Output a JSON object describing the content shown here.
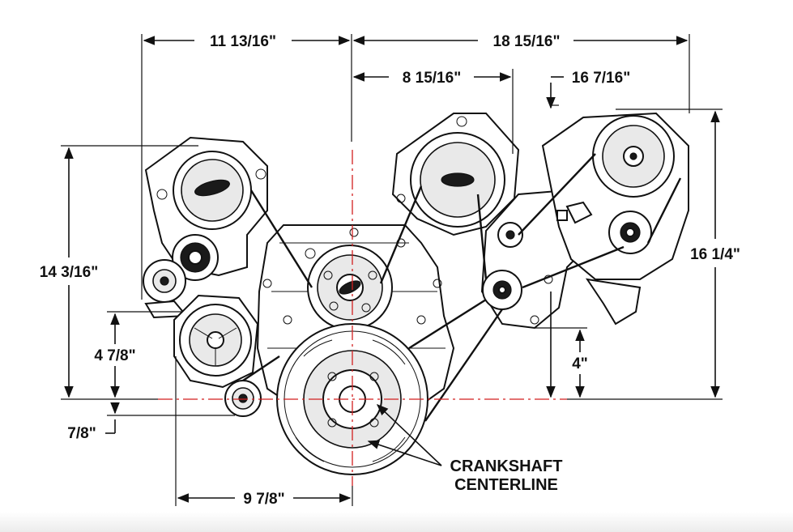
{
  "dimensions": {
    "top_left_width": "11 13/16\"",
    "top_right_width": "18 15/16\"",
    "inner_width": "8 15/16\"",
    "right_height_label": "16 7/16\"",
    "left_total_height": "14 3/16\"",
    "left_lower_height": "4 7/8\"",
    "below_centerline": "7/8\"",
    "bottom_width": "9 7/8\"",
    "right_lower_height": "4\"",
    "right_total_height": "16 1/4\""
  },
  "callout": {
    "line1": "CRANKSHAFT",
    "line2": "CENTERLINE"
  },
  "colors": {
    "ink": "#111111",
    "centerline": "#d21f1f"
  }
}
